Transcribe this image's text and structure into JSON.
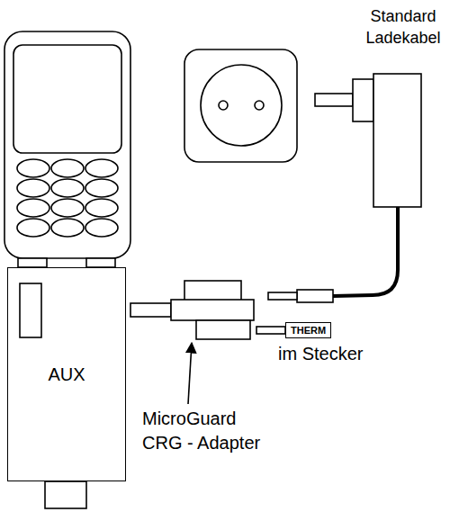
{
  "diagram": {
    "nodes": [
      {
        "text": [
          "AUX"
        ]
      },
      {
        "text": [
          "THERM"
        ]
      }
    ],
    "labels": [
      "Standard Ladekabel",
      "MicroGuard CRG - Adapter",
      "im Stecker"
    ]
  }
}
